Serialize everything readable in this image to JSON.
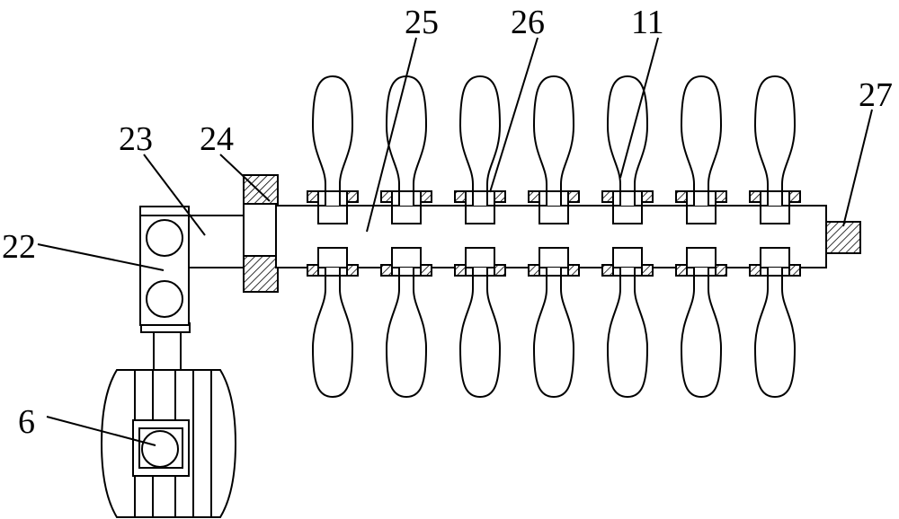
{
  "labels": {
    "l25": "25",
    "l26": "26",
    "l11": "11",
    "l27": "27",
    "l23": "23",
    "l24": "24",
    "l22": "22",
    "l6": "6"
  },
  "blade_count": 7
}
